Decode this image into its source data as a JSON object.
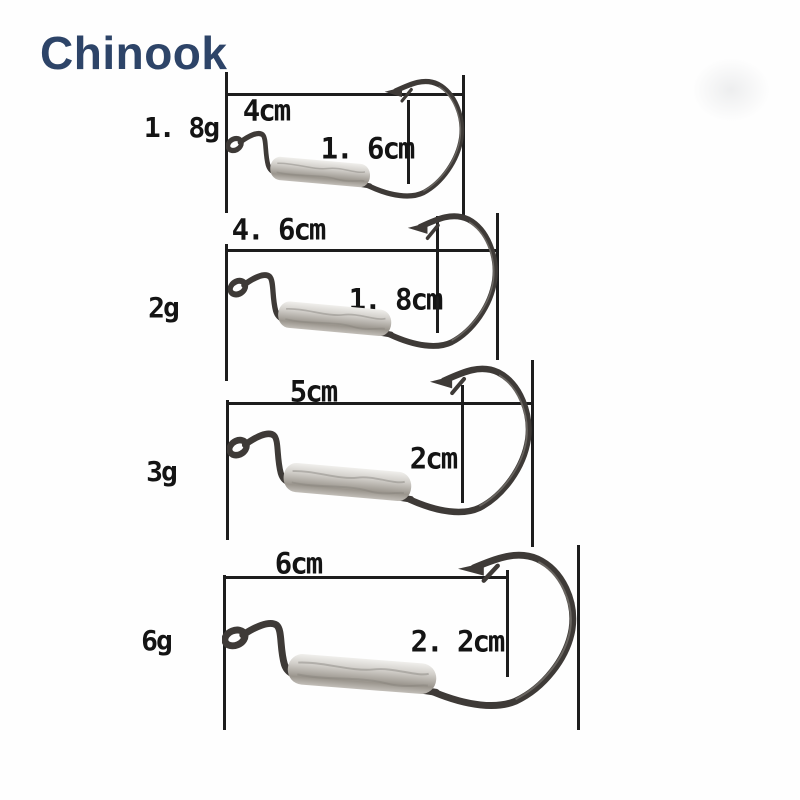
{
  "brand": {
    "name": "Chinook"
  },
  "hooks": [
    {
      "weight": "1. 8g",
      "length": "4cm",
      "gap": "1. 6cm"
    },
    {
      "weight": "2g",
      "length": "4. 6cm",
      "gap": "1. 8cm"
    },
    {
      "weight": "3g",
      "length": "5cm",
      "gap": "2cm"
    },
    {
      "weight": "6g",
      "length": "6cm",
      "gap": "2. 2cm"
    }
  ],
  "figure": {
    "type": "product-dimension-sheet",
    "item": "weighted swimbait fishing hook with spring keeper and lead barrel",
    "units": "cm / g",
    "rows": 4
  },
  "colors": {
    "brand": "#2d4468",
    "text": "#141414",
    "line": "#1d1d1d",
    "background": "#fefefe"
  }
}
